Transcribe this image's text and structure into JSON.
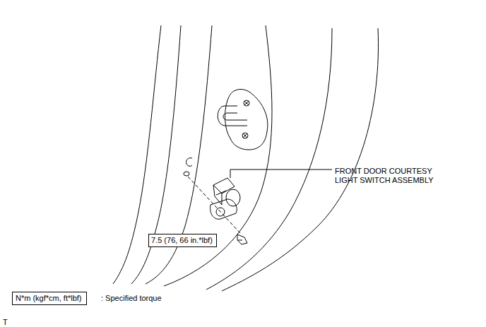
{
  "diagram": {
    "nodes": [
      {
        "text": [
          "7.5 (76, 66 in.*lbf)"
        ]
      },
      {
        "text": [
          "N*m (kgf*cm, ft*lbf)"
        ]
      }
    ],
    "labels": [
      "FRONT DOOR COURTESY LIGHT SWITCH ASSEMBLY",
      ": Specified torque",
      "T"
    ]
  }
}
